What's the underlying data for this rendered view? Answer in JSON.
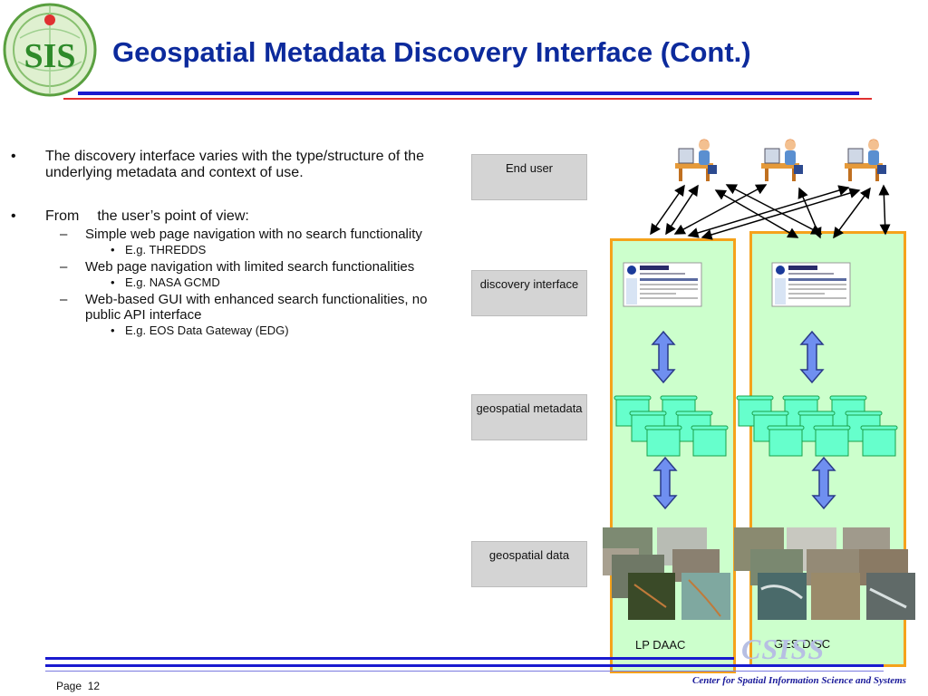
{
  "slide": {
    "title": "Geospatial Metadata Discovery Interface (Cont.)",
    "logo_text": "SIS",
    "page_label": "Page",
    "page_number": "12",
    "footer_logo_text": "CSISS",
    "footer_org": "Center for Spatial Information Science and Systems"
  },
  "bullets": {
    "b1": "The discovery interface varies with the type/structure of the underlying metadata and context of use.",
    "b2_from": "From",
    "b2_rest": "the user’s point of view:",
    "items": [
      {
        "text": "Simple web page navigation with no search functionality",
        "example": "E.g. THREDDS"
      },
      {
        "text": "Web page navigation with limited search functionalities",
        "example": "E.g. NASA GCMD"
      },
      {
        "text": "Web-based GUI with enhanced search functionalities, no public API interface",
        "example": "E.g. EOS Data Gateway (EDG)"
      }
    ]
  },
  "diagram": {
    "layers": {
      "end_user": "End user",
      "discovery_interface": "discovery interface",
      "geospatial_metadata": "geospatial metadata",
      "geospatial_data": "geospatial data"
    },
    "columns": {
      "left": "LP DAAC",
      "right": "GES DISC"
    },
    "colors": {
      "column_fill": "#ccffcc",
      "column_border": "#f5a21b",
      "arrow_fill": "#6f8ff0",
      "metadata_fill": "#66ffcc",
      "title": "#0c2a9c"
    }
  }
}
